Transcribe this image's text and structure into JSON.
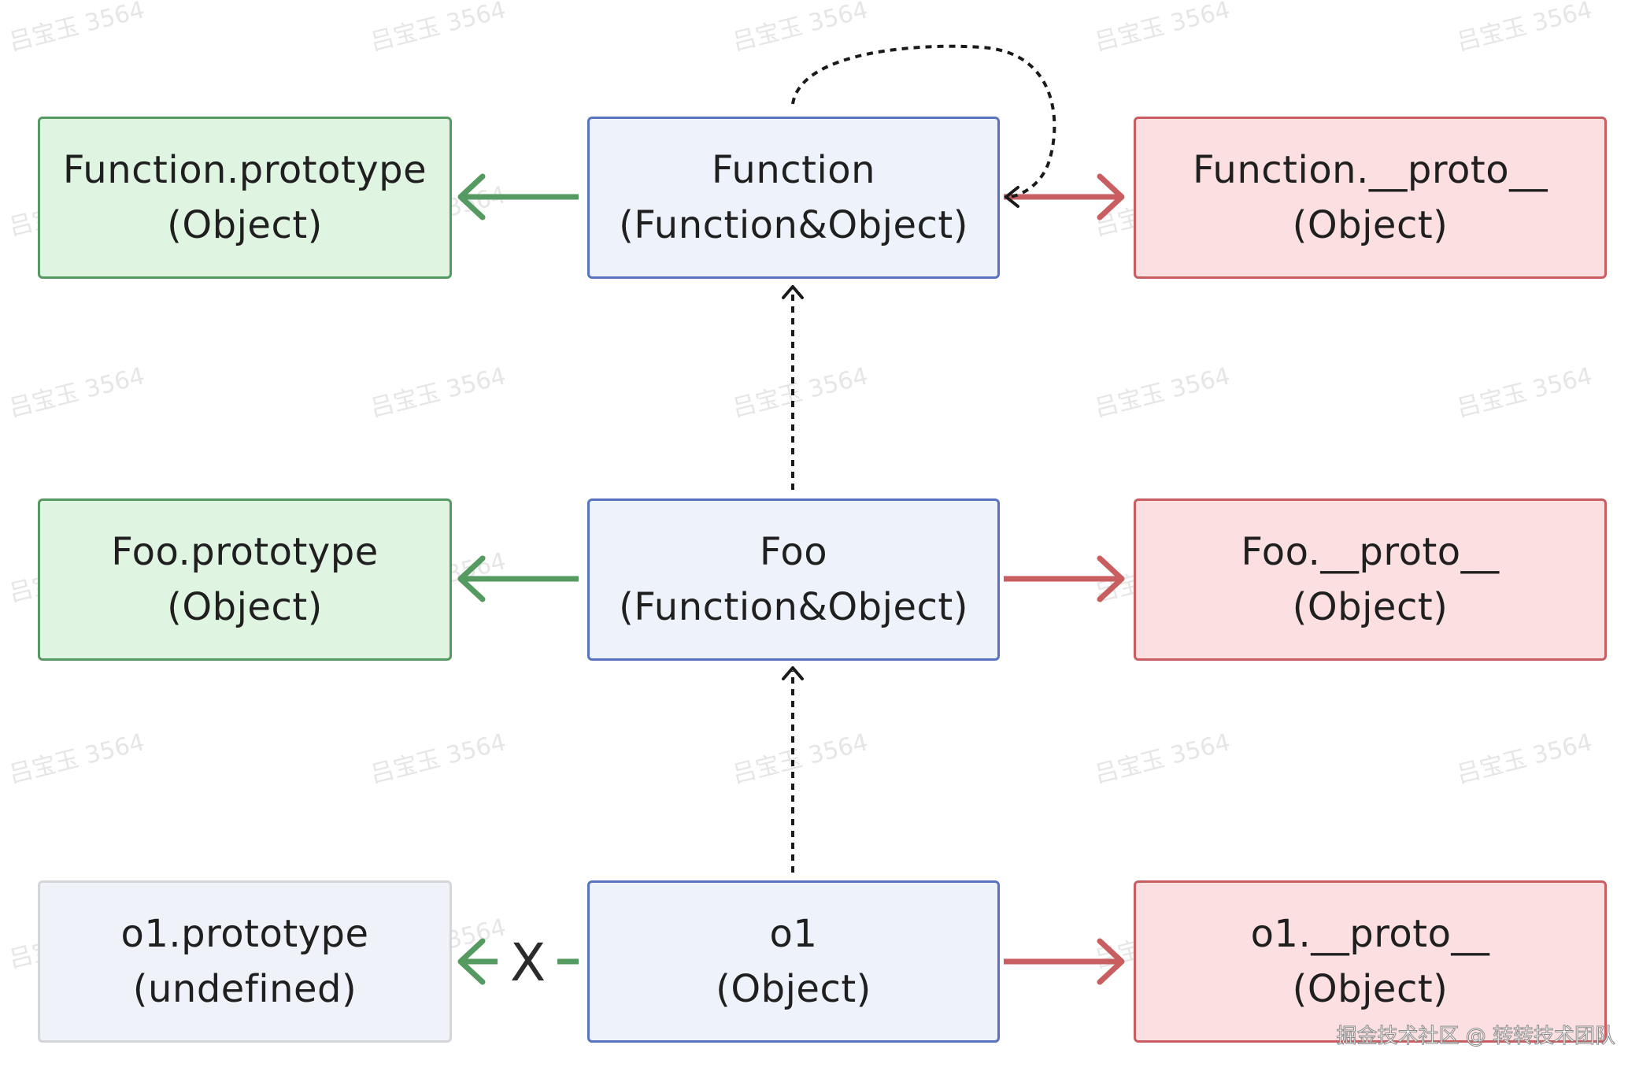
{
  "colors": {
    "prototype_arrow": "#559a61",
    "proto_arrow": "#c95e60",
    "inherit_arrow": "#1a1a1a"
  },
  "nodes": {
    "function_prototype": {
      "line1": "Function.prototype",
      "line2": "(Object)"
    },
    "function": {
      "line1": "Function",
      "line2": "(Function&Object)"
    },
    "function_proto": {
      "line1": "Function.__proto__",
      "line2": "(Object)"
    },
    "foo_prototype": {
      "line1": "Foo.prototype",
      "line2": "(Object)"
    },
    "foo": {
      "line1": "Foo",
      "line2": "(Function&Object)"
    },
    "foo_proto": {
      "line1": "Foo.__proto__",
      "line2": "(Object)"
    },
    "o1_prototype": {
      "line1": "o1.prototype",
      "line2": "(undefined)"
    },
    "o1": {
      "line1": "o1",
      "line2": "(Object)"
    },
    "o1_proto": {
      "line1": "o1.__proto__",
      "line2": "(Object)"
    }
  },
  "x_mark": "X",
  "watermark": "吕宝玉 3564",
  "credit": "掘金技术社区 @ 转转技术团队"
}
